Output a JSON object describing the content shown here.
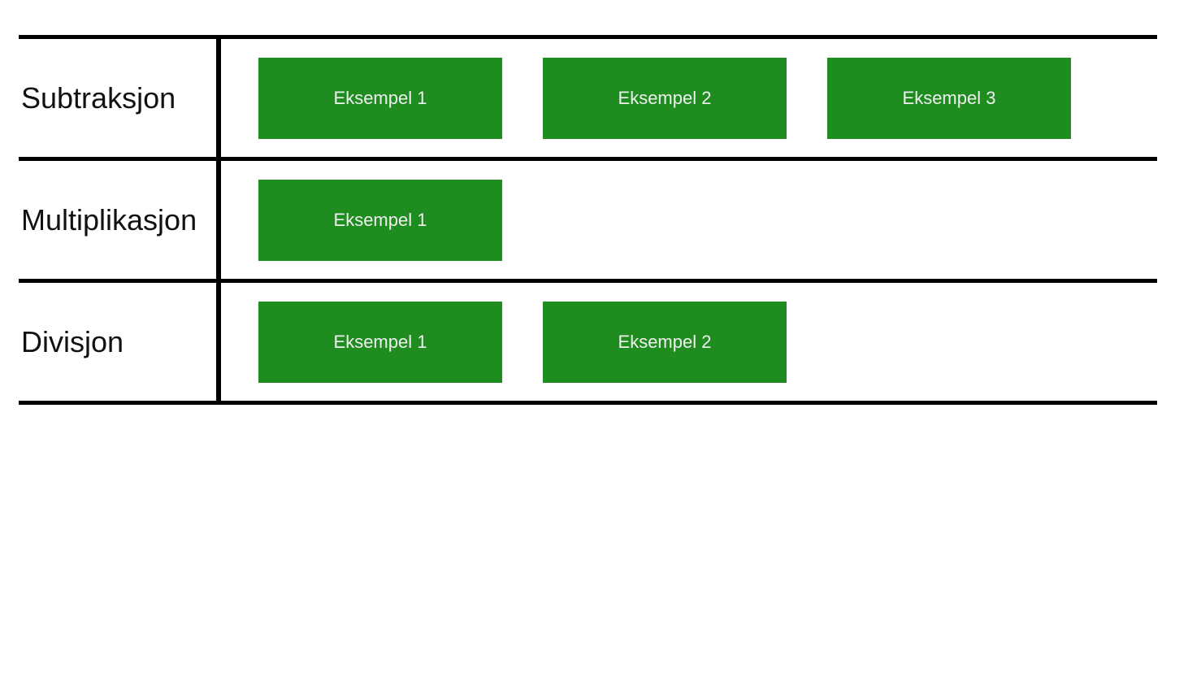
{
  "colors": {
    "page_bg": "#ffffff",
    "border": "#000000",
    "label_text": "#111111",
    "button_bg": "#1e8c1e",
    "button_text": "#f0f0f0"
  },
  "table": {
    "rows": [
      {
        "label": "Subtraksjon",
        "buttons": [
          {
            "label": "Eksempel 1"
          },
          {
            "label": "Eksempel 2"
          },
          {
            "label": "Eksempel 3"
          }
        ]
      },
      {
        "label": "Multiplikasjon",
        "buttons": [
          {
            "label": "Eksempel 1"
          }
        ]
      },
      {
        "label": "Divisjon",
        "buttons": [
          {
            "label": "Eksempel 1"
          },
          {
            "label": "Eksempel 2"
          }
        ]
      }
    ]
  }
}
